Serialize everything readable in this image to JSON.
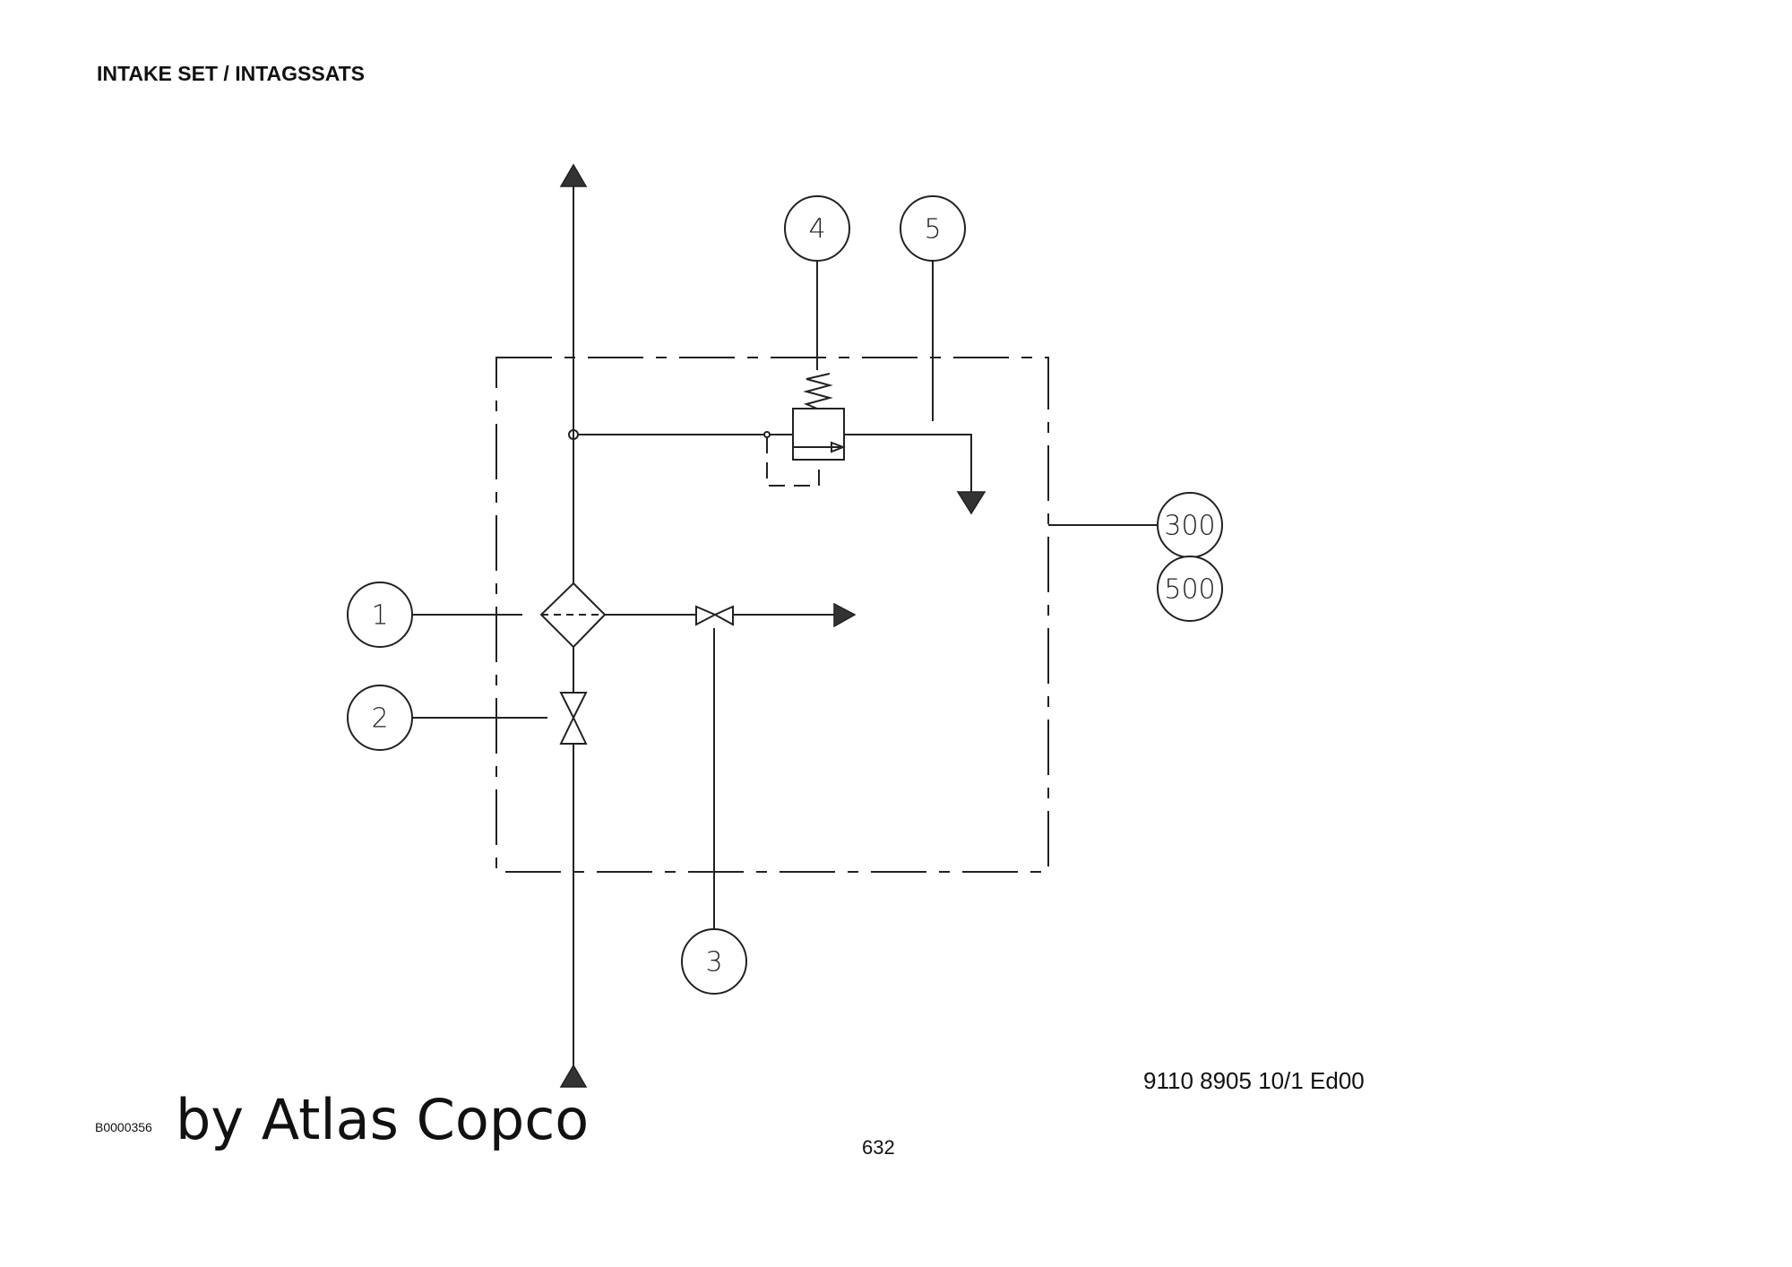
{
  "header": {
    "title": "INTAKE SET / INTAGSSATS"
  },
  "diagram": {
    "balloons": {
      "b1": "1",
      "b2": "2",
      "b3": "3",
      "b4": "4",
      "b5": "5",
      "b300": "300",
      "b500": "500"
    }
  },
  "footer": {
    "drawing_id": "B0000356",
    "watermark": "by Atlas Copco",
    "document_number": "9110 8905 10/1  Ed00",
    "page_number": "632"
  }
}
